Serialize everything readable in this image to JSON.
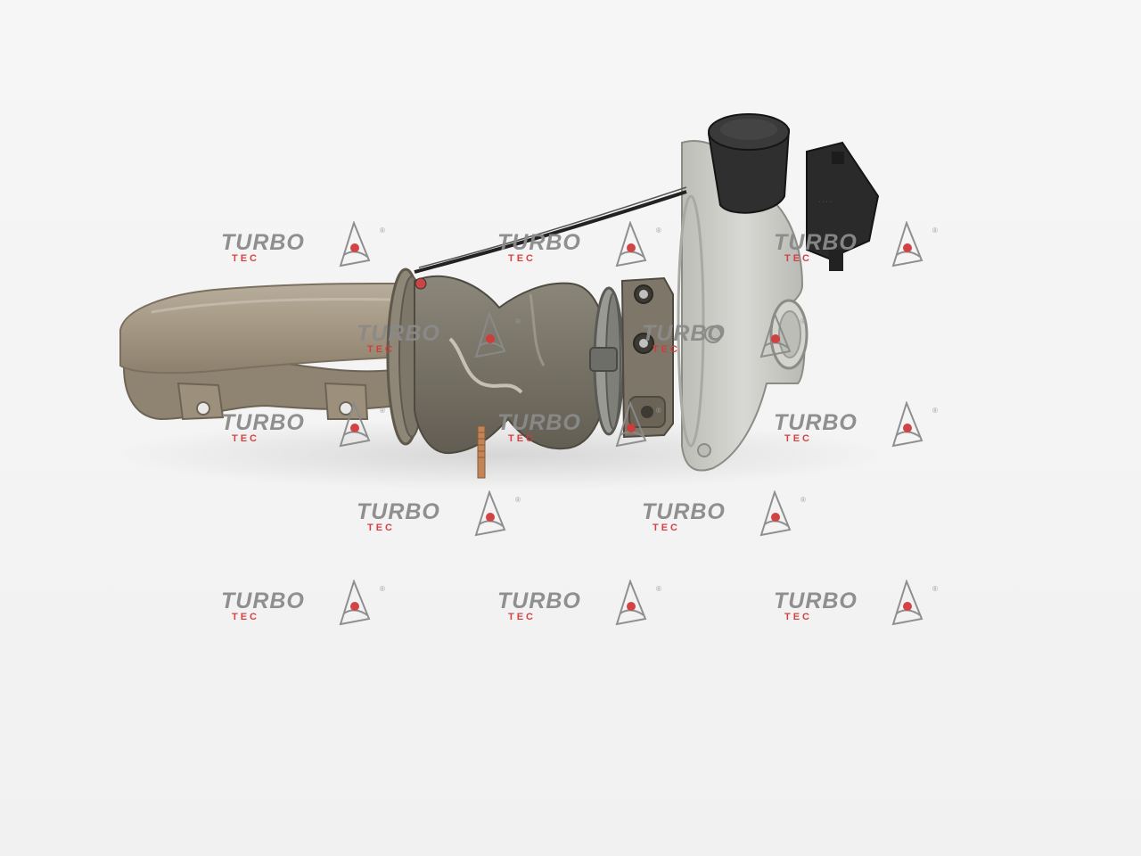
{
  "watermark": {
    "main": "TURBO",
    "sub": "TEC",
    "reg": "®",
    "colors": {
      "text": "#8a8a8a",
      "accent": "#d23a3a"
    }
  },
  "subject": {
    "icon": "turbocharger-with-exhaust-manifold",
    "colors": {
      "cast_iron": "#7d786c",
      "aluminium": "#c9c9c5",
      "steel": "#a39784",
      "actuator": "#2a2a2a"
    }
  }
}
